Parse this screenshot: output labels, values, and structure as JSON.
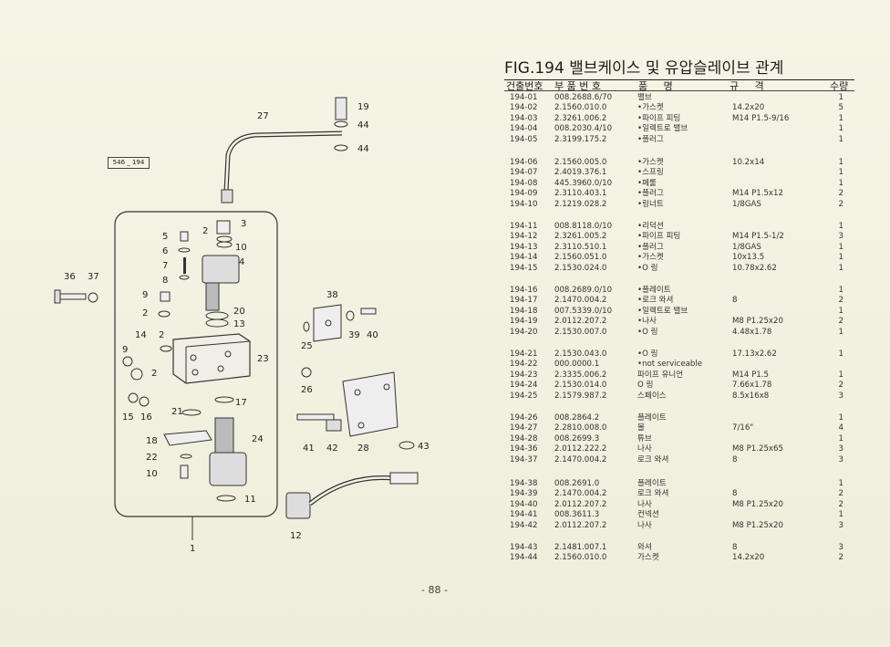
{
  "title": "FIG.194 밸브케이스 및 유압슬레이브 관계",
  "headers": {
    "no": "건출번호",
    "part_no": "부 품 번 호",
    "name": "품     명",
    "spec": "규     격",
    "qty": "수량"
  },
  "diagram_tag": "546 _ 194",
  "callouts": [
    "1",
    "2",
    "2",
    "2",
    "3",
    "4",
    "5",
    "6",
    "7",
    "8",
    "9",
    "9",
    "10",
    "10",
    "11",
    "12",
    "13",
    "14",
    "15",
    "16",
    "17",
    "18",
    "19",
    "20",
    "21",
    "22",
    "23",
    "24",
    "25",
    "26",
    "27",
    "28",
    "36",
    "37",
    "38",
    "39",
    "40",
    "41",
    "42",
    "43",
    "44",
    "44"
  ],
  "groups": [
    [
      {
        "no": "194-01",
        "part": "008.2688.6/70",
        "name": "밸브",
        "spec": "",
        "qty": "1"
      },
      {
        "no": "194-02",
        "part": "2.1560.010.0",
        "name": "•가스켓",
        "spec": "14.2x20",
        "qty": "5"
      },
      {
        "no": "194-03",
        "part": "2.3261.006.2",
        "name": "•파이프 피팅",
        "spec": "M14 P1.5-9/16",
        "qty": "1"
      },
      {
        "no": "194-04",
        "part": "008.2030.4/10",
        "name": "•일렉트로 밸브",
        "spec": "",
        "qty": "1"
      },
      {
        "no": "194-05",
        "part": "2.3199.175.2",
        "name": "•플러그",
        "spec": "",
        "qty": "1"
      }
    ],
    [
      {
        "no": "194-06",
        "part": "2.1560.005.0",
        "name": "•가스켓",
        "spec": "10.2x14",
        "qty": "1"
      },
      {
        "no": "194-07",
        "part": "2.4019.376.1",
        "name": "•스프링",
        "spec": "",
        "qty": "1"
      },
      {
        "no": "194-08",
        "part": "445.3960.0/10",
        "name": "•페룰",
        "spec": "",
        "qty": "1"
      },
      {
        "no": "194-09",
        "part": "2.3110.403.1",
        "name": "•플러그",
        "spec": "M14 P1.5x12",
        "qty": "2"
      },
      {
        "no": "194-10",
        "part": "2.1219.028.2",
        "name": "•링너트",
        "spec": "1/8GAS",
        "qty": "2"
      }
    ],
    [
      {
        "no": "194-11",
        "part": "008.8118.0/10",
        "name": "•리덕션",
        "spec": "",
        "qty": "1"
      },
      {
        "no": "194-12",
        "part": "2.3261.005.2",
        "name": "•파이프 피팅",
        "spec": "M14 P1.5-1/2",
        "qty": "3"
      },
      {
        "no": "194-13",
        "part": "2.3110.510.1",
        "name": "•플러그",
        "spec": "1/8GAS",
        "qty": "1"
      },
      {
        "no": "194-14",
        "part": "2.1560.051.0",
        "name": "•가스켓",
        "spec": "10x13.5",
        "qty": "1"
      },
      {
        "no": "194-15",
        "part": "2.1530.024.0",
        "name": "•O 링",
        "spec": "10.78x2.62",
        "qty": "1"
      }
    ],
    [
      {
        "no": "194-16",
        "part": "008.2689.0/10",
        "name": "•플레이트",
        "spec": "",
        "qty": "1"
      },
      {
        "no": "194-17",
        "part": "2.1470.004.2",
        "name": "•로크 와셔",
        "spec": "8",
        "qty": "2"
      },
      {
        "no": "194-18",
        "part": "007.5339.0/10",
        "name": "•일렉트로 밸브",
        "spec": "",
        "qty": "1"
      },
      {
        "no": "194-19",
        "part": "2.0112.207.2",
        "name": "•나사",
        "spec": "M8 P1.25x20",
        "qty": "2"
      },
      {
        "no": "194-20",
        "part": "2.1530.007.0",
        "name": "•O 링",
        "spec": "4.48x1.78",
        "qty": "1"
      }
    ],
    [
      {
        "no": "194-21",
        "part": "2.1530.043.0",
        "name": "•O 링",
        "spec": "17.13x2.62",
        "qty": "1"
      },
      {
        "no": "194-22",
        "part": "000.0000.1",
        "name": "•not serviceable",
        "spec": "",
        "qty": ""
      },
      {
        "no": "194-23",
        "part": "2.3335.006.2",
        "name": "파이프 유니언",
        "spec": "M14 P1.5",
        "qty": "1"
      },
      {
        "no": "194-24",
        "part": "2.1530.014.0",
        "name": "O 링",
        "spec": "7.66x1.78",
        "qty": "2"
      },
      {
        "no": "194-25",
        "part": "2.1579.987.2",
        "name": "스페이스",
        "spec": "8.5x16x8",
        "qty": "3"
      }
    ],
    [
      {
        "no": "194-26",
        "part": "008.2864.2",
        "name": "플레이트",
        "spec": "",
        "qty": "1"
      },
      {
        "no": "194-27",
        "part": "2.2810.008.0",
        "name": "볼",
        "spec": "7/16\"",
        "qty": "4"
      },
      {
        "no": "194-28",
        "part": "008.2699.3",
        "name": "튜브",
        "spec": "",
        "qty": "1"
      },
      {
        "no": "194-36",
        "part": "2.0112.222.2",
        "name": "나사",
        "spec": "M8 P1.25x65",
        "qty": "3"
      },
      {
        "no": "194-37",
        "part": "2.1470.004.2",
        "name": "로크 와셔",
        "spec": "8",
        "qty": "3"
      }
    ],
    [
      {
        "no": "194-38",
        "part": "008.2691.0",
        "name": "플레이트",
        "spec": "",
        "qty": "1"
      },
      {
        "no": "194-39",
        "part": "2.1470.004.2",
        "name": "로크 와셔",
        "spec": "8",
        "qty": "2"
      },
      {
        "no": "194-40",
        "part": "2.0112.207.2",
        "name": "나사",
        "spec": "M8 P1.25x20",
        "qty": "2"
      },
      {
        "no": "194-41",
        "part": "008.3611.3",
        "name": "컨넥션",
        "spec": "",
        "qty": "1"
      },
      {
        "no": "194-42",
        "part": "2.0112.207.2",
        "name": "나사",
        "spec": "M8 P1.25x20",
        "qty": "3"
      }
    ],
    [
      {
        "no": "194-43",
        "part": "2.1481.007.1",
        "name": "와셔",
        "spec": "8",
        "qty": "3"
      },
      {
        "no": "194-44",
        "part": "2.1560.010.0",
        "name": "가스켓",
        "spec": "14.2x20",
        "qty": "2"
      }
    ]
  ],
  "page_number": "- 88 -"
}
